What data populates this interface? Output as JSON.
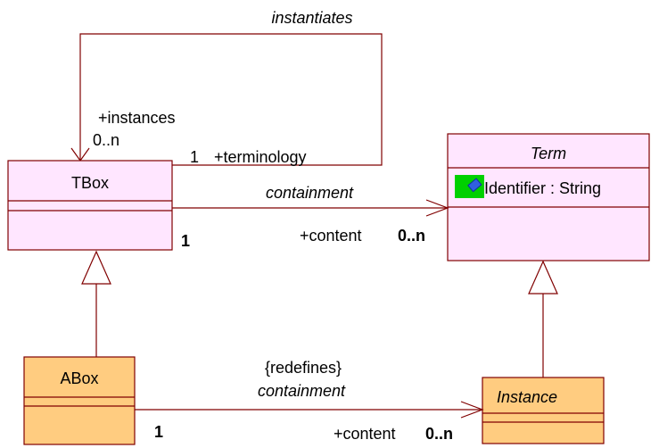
{
  "colors": {
    "line": "#800000",
    "tbox_fill": "#ffe6ff",
    "abox_fill": "#ffcc80",
    "icon_bg": "#00d000",
    "icon_fg": "#3060e0"
  },
  "classes": {
    "tbox": {
      "name": "TBox"
    },
    "term": {
      "name": "Term",
      "attribute": "Identifier : String",
      "attribute_icon": "attribute-icon"
    },
    "abox": {
      "name": "ABox"
    },
    "instance": {
      "name": "Instance"
    }
  },
  "self_association": {
    "name": "instantiates",
    "source_role": "+instances",
    "source_mult": "0..n",
    "target_mult": "1",
    "target_role": "+terminology"
  },
  "tbox_containment": {
    "name": "containment",
    "source_mult": "1",
    "target_role": "+content",
    "target_mult": "0..n"
  },
  "abox_containment": {
    "constraint": "{redefines}",
    "name": "containment",
    "source_mult": "1",
    "target_role": "+content",
    "target_mult": "0..n"
  }
}
